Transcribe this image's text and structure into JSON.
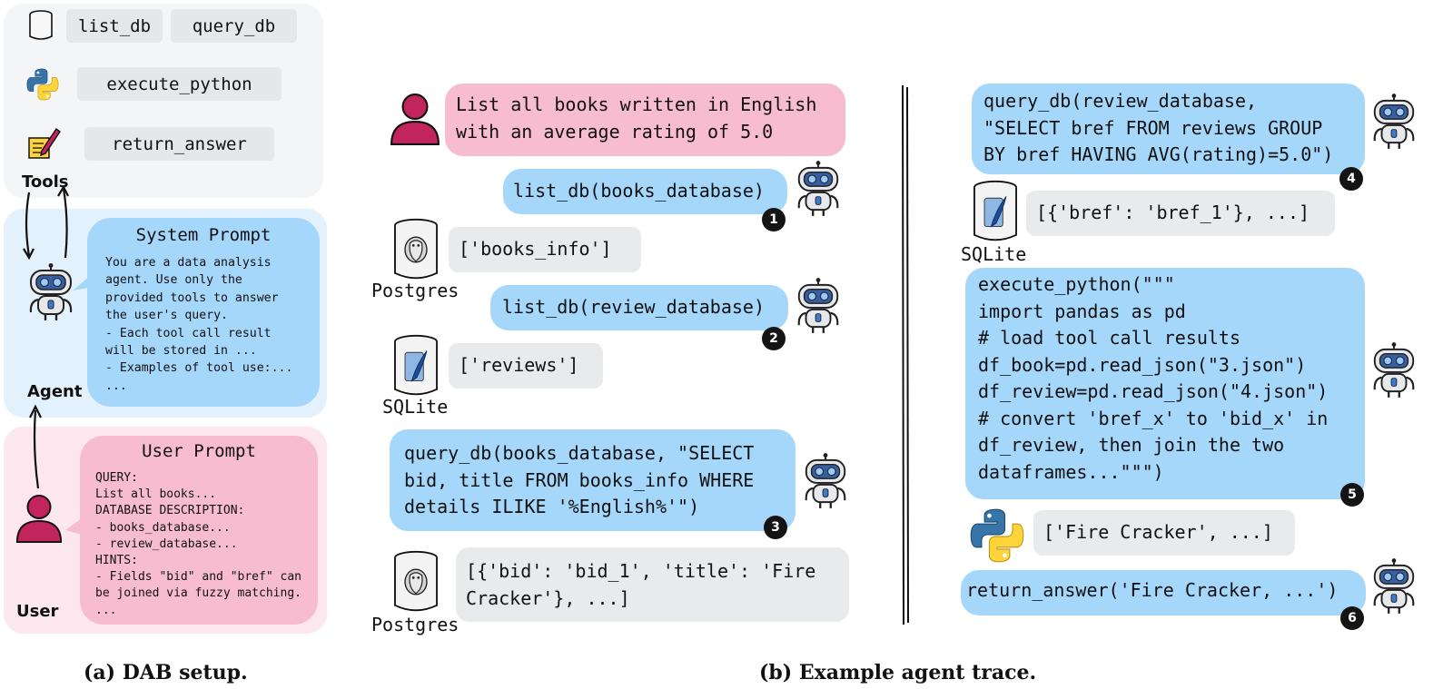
{
  "tools": {
    "label": "Tools",
    "list_db": "list_db",
    "query_db": "query_db",
    "execute_python": "execute_python",
    "return_answer": "return_answer"
  },
  "agent": {
    "label": "Agent",
    "system_prompt_title": "System Prompt",
    "system_prompt_body": "You are a data analysis\nagent. Use only the\nprovided tools to answer\nthe user's query.\n- Each tool call result\nwill be stored in ...\n- Examples of tool use:...\n..."
  },
  "user": {
    "label": "User",
    "user_prompt_title": "User Prompt",
    "user_prompt_body": "QUERY:\nList all books...\nDATABASE DESCRIPTION:\n- books_database...\n- review_database...\nHINTS:\n- Fields \"bid\" and \"bref\" can\nbe joined via fuzzy matching.\n..."
  },
  "trace": {
    "user_query": "List all books written in English\nwith an average rating of 5.0",
    "call1": "list_db(books_database)",
    "result1": "['books_info']",
    "call2": "list_db(review_database)",
    "result2": "['reviews']",
    "call3": "query_db(books_database, \"SELECT\nbid, title FROM books_info WHERE\ndetails ILIKE '%English%'\")",
    "result3": "[{'bid': 'bid_1', 'title': 'Fire\nCracker'}, ...]",
    "call4": "query_db(review_database,\n\"SELECT bref FROM reviews GROUP\nBY bref HAVING AVG(rating)=5.0\")",
    "result4": "[{'bref': 'bref_1'}, ...]",
    "call5": "execute_python(\"\"\"\nimport pandas as pd\n# load tool call results\ndf_book=pd.read_json(\"3.json\")\ndf_review=pd.read_json(\"4.json\")\n# convert 'bref_x' to 'bid_x' in\ndf_review, then join the two\ndataframes...\"\"\")",
    "result5": "['Fire Cracker', ...]",
    "call6": "return_answer('Fire Cracker, ...')",
    "steps": [
      "1",
      "2",
      "3",
      "4",
      "5",
      "6"
    ]
  },
  "db_labels": {
    "postgres": "Postgres",
    "sqlite": "SQLite"
  },
  "captions": {
    "a": "(a) DAB setup.",
    "b": "(b) Example agent trace."
  },
  "colors": {
    "blue_bubble": "#a5d7fb",
    "gray_bubble": "#e9eaec",
    "pink_bubble": "#f8bcd0",
    "user_icon": "#c2255c",
    "python_blue": "#3775a9",
    "python_yellow": "#ffd43b"
  }
}
